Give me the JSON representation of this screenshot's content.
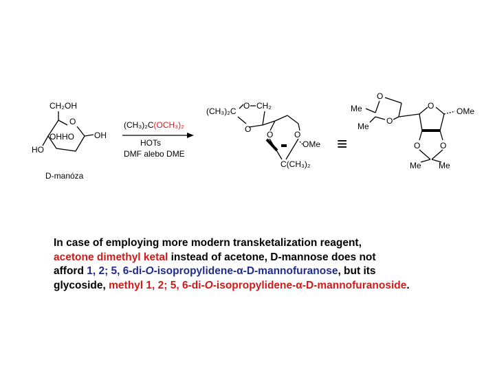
{
  "scheme": {
    "start": {
      "ch2oh": "CH₂OH",
      "o_ring": "O",
      "ohho": "OHHO",
      "oh": "OH",
      "ho": "HO",
      "name": "D-manóza"
    },
    "reagent": {
      "reagent_black": "(CH₃)₂C",
      "reagent_red": "(OCH₃)₂",
      "catalyst": "HOTs",
      "solvent": "DMF alebo DME"
    },
    "product": {
      "top_left": "(CH₃)₂C",
      "o_top": "O",
      "ch2": "CH₂",
      "o_ring": "O",
      "o_left": "O",
      "o_right": "O",
      "ome": "OMe",
      "bottom": "C(CH₃)₂"
    },
    "haworth": {
      "me1": "Me",
      "me2": "Me",
      "o1": "O",
      "o2": "O",
      "o_ring": "O",
      "ome": "OMe",
      "o3": "O",
      "o4": "O",
      "me3": "Me",
      "me4": "Me"
    },
    "equiv": "≡"
  },
  "caption": {
    "l1": "In case of employing more modern transketalization reagent,",
    "l2_red": "acetone dimethyl ketal",
    "l2_rest": " instead of acetone, D-mannose does not",
    "l3_a": "afford ",
    "l3_blue1": "1, 2; 5, 6-di-",
    "l3_blue_o": "O",
    "l3_blue2": "-isopropylidene-α-D-mannofuranose",
    "l3_rest": ", but its",
    "l4_a": "glycoside, ",
    "l4_red1": "methyl 1, 2; 5, 6-di-",
    "l4_red_o": "O",
    "l4_red2": "-isopropylidene-α-D-mannofuranoside",
    "l4_end": "."
  },
  "colors": {
    "red": "#d21a1a",
    "blue": "#1f2b8f"
  }
}
